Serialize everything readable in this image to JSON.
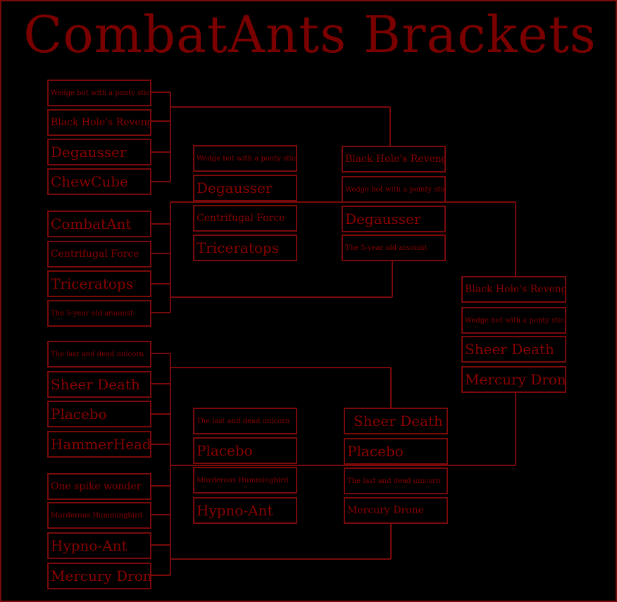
{
  "title": "CombatAnts Brackets",
  "colors": {
    "line": "#7a0a0a",
    "text": "#8a0000",
    "background": "#000000"
  },
  "bracket": {
    "round1": [
      "Wedge bot with a ponty stick",
      "Black Hole's Revenge",
      "Degausser",
      "ChewCube",
      "CombatAnt",
      "Centrifugal Force",
      "Triceratops",
      "The 5-year old arsonist",
      "The last and dead unicorn",
      "Sheer Death",
      "Placebo",
      "HammerHead",
      "One spike wonder",
      "Murderous Hummingbird",
      "Hypno-Ant",
      "Mercury Drone"
    ],
    "round2_top": [
      "Wedge bot with a ponty stick",
      "Degausser",
      "Centrifugal Force",
      "Triceratops"
    ],
    "round2_bottom": [
      "The last and dead unicorn",
      "Placebo",
      "Murderous Hummingbird",
      "Hypno-Ant"
    ],
    "round3_top": [
      "Black Hole's Revenge",
      "Wedge bot with a pointy stick",
      "Degausser",
      "The 5-year old arsonist"
    ],
    "round3_bottom": [
      "Sheer Death",
      "Placebo",
      "The last and dead unicorn",
      "Mercury Drone"
    ],
    "final": [
      "Black Hole's Revenge",
      "Wedge bot with a ponty stick",
      "Sheer Death",
      "Mercury Drone"
    ]
  }
}
